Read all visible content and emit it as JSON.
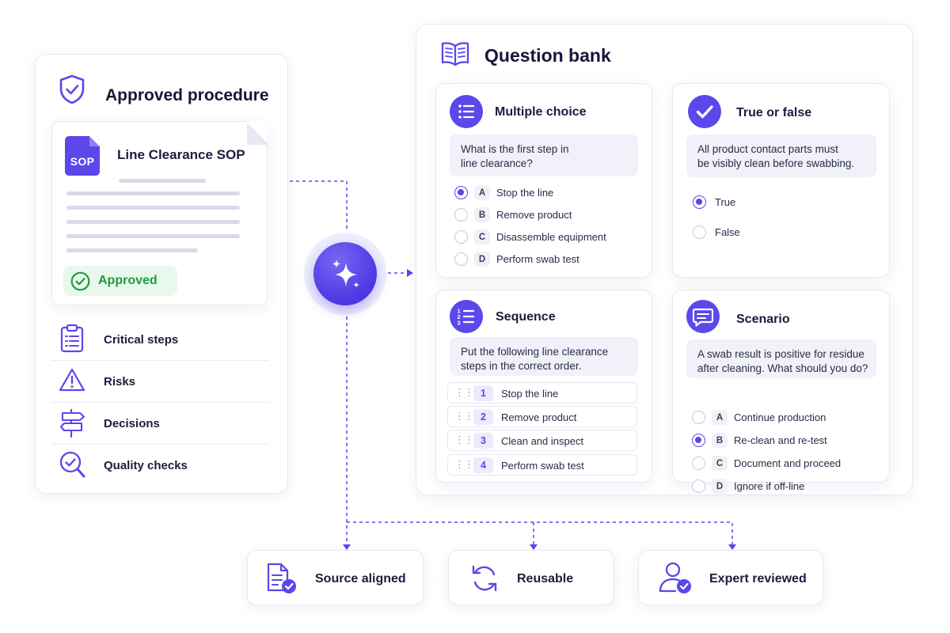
{
  "colors": {
    "accent": "#5b47ea",
    "approved_green": "#1f9a43",
    "approved_bg": "#e9f8ec",
    "text": "#1c1d3b"
  },
  "approved_procedure": {
    "title": "Approved procedure",
    "icon": "shield-check-icon",
    "document": {
      "badge": "SOP",
      "title": "Line Clearance SOP",
      "status": "Approved"
    },
    "features": [
      {
        "label": "Critical steps",
        "icon": "clipboard-list-icon"
      },
      {
        "label": "Risks",
        "icon": "warning-triangle-icon"
      },
      {
        "label": "Decisions",
        "icon": "signpost-icon"
      },
      {
        "label": "Quality checks",
        "icon": "magnifier-check-icon"
      }
    ]
  },
  "generator": {
    "icon": "sparkles-icon"
  },
  "question_bank": {
    "title": "Question bank",
    "icon": "open-book-icon",
    "multiple_choice": {
      "title": "Multiple choice",
      "prompt": [
        "What is the first step in",
        "line clearance?"
      ],
      "options": [
        {
          "letter": "A",
          "text": "Stop the line",
          "selected": true
        },
        {
          "letter": "B",
          "text": "Remove product",
          "selected": false
        },
        {
          "letter": "C",
          "text": "Disassemble equipment",
          "selected": false
        },
        {
          "letter": "D",
          "text": "Perform swab test",
          "selected": false
        }
      ]
    },
    "true_false": {
      "title": "True or false",
      "prompt": [
        "All product contact parts must",
        "be visibly clean before swabbing."
      ],
      "options": [
        {
          "text": "True",
          "selected": true
        },
        {
          "text": "False",
          "selected": false
        }
      ]
    },
    "sequence": {
      "title": "Sequence",
      "prompt": [
        "Put the following line clearance",
        "steps in the correct order."
      ],
      "steps": [
        {
          "num": "1",
          "text": "Stop the line"
        },
        {
          "num": "2",
          "text": "Remove product"
        },
        {
          "num": "3",
          "text": "Clean and inspect"
        },
        {
          "num": "4",
          "text": "Perform swab test"
        }
      ]
    },
    "scenario": {
      "title": "Scenario",
      "prompt": [
        "A swab result is positive for residue",
        "after cleaning. What should you do?"
      ],
      "options": [
        {
          "letter": "A",
          "text": "Continue production",
          "selected": false
        },
        {
          "letter": "B",
          "text": "Re-clean and re-test",
          "selected": true
        },
        {
          "letter": "C",
          "text": "Document and proceed",
          "selected": false
        },
        {
          "letter": "D",
          "text": "Ignore if off-line",
          "selected": false
        }
      ]
    }
  },
  "outcomes": [
    {
      "label": "Source aligned",
      "icon": "document-check-icon"
    },
    {
      "label": "Reusable",
      "icon": "refresh-arrows-icon"
    },
    {
      "label": "Expert reviewed",
      "icon": "user-check-icon"
    }
  ]
}
